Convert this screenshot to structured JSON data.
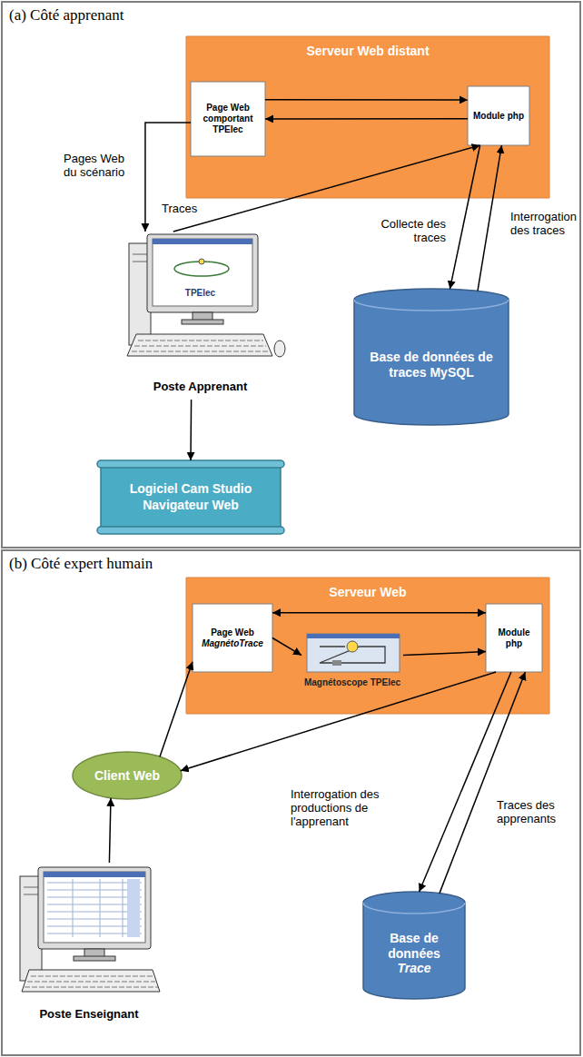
{
  "diagram": {
    "nodes": [
      {
        "text": [
          "(a) Côté apprenant"
        ]
      },
      {
        "text": [
          "Serveur Web distant"
        ],
        "in": 0
      },
      {
        "text": [
          "Page Web comportant TPElec"
        ],
        "in": 1
      },
      {
        "text": [
          "Module php"
        ],
        "in": 1
      },
      {
        "text": [
          "TPElec",
          "Poste Apprenant"
        ],
        "in": 0
      },
      {
        "text": [
          "Base de données de traces MySQL"
        ],
        "in": 0
      },
      {
        "text": [
          "Logiciel Cam Studio Navigateur Web"
        ],
        "in": 0
      },
      {
        "text": [
          "(b) Côté expert humain"
        ]
      },
      {
        "text": [
          "Serveur Web"
        ],
        "in": 7
      },
      {
        "text": [
          "Page Web",
          "MagnétoTrace"
        ],
        "in": 8
      },
      {
        "text": [
          "Magnétoscope TPElec"
        ],
        "in": 8
      },
      {
        "text": [
          "Module php"
        ],
        "in": 8
      },
      {
        "text": [
          "Client Web"
        ],
        "in": 7
      },
      {
        "text": [
          "Poste Enseignant"
        ],
        "in": 7
      },
      {
        "text": [
          "Base de données",
          "Trace"
        ],
        "in": 7
      }
    ],
    "edges": [
      {
        "from": 2,
        "to": 3,
        "arrow": "to"
      },
      {
        "from": 3,
        "to": 2,
        "arrow": "to"
      },
      {
        "from": 2,
        "to": 4,
        "label": "Pages Web du scénario",
        "arrow": "to"
      },
      {
        "from": 4,
        "to": 3,
        "label": "Traces",
        "arrow": "to"
      },
      {
        "from": 3,
        "to": 5,
        "label": "Collecte des traces",
        "arrow": "to"
      },
      {
        "from": 5,
        "to": 3,
        "label": "Interrogation des traces",
        "arrow": "to"
      },
      {
        "from": 4,
        "to": 6,
        "arrow": "to"
      },
      {
        "from": 9,
        "to": 11,
        "arrow": "both"
      },
      {
        "from": 9,
        "to": 10,
        "arrow": "to"
      },
      {
        "from": 10,
        "to": 11,
        "arrow": "to"
      },
      {
        "from": 12,
        "to": 9,
        "arrow": "to"
      },
      {
        "from": 11,
        "to": 12,
        "arrow": "to"
      },
      {
        "from": 11,
        "to": 14,
        "label": "Interrogation des productions de l'apprenant",
        "arrow": "to"
      },
      {
        "from": 14,
        "to": 11,
        "label": "Traces des apprenants",
        "arrow": "to"
      },
      {
        "from": 13,
        "to": 12,
        "arrow": "to"
      }
    ]
  }
}
